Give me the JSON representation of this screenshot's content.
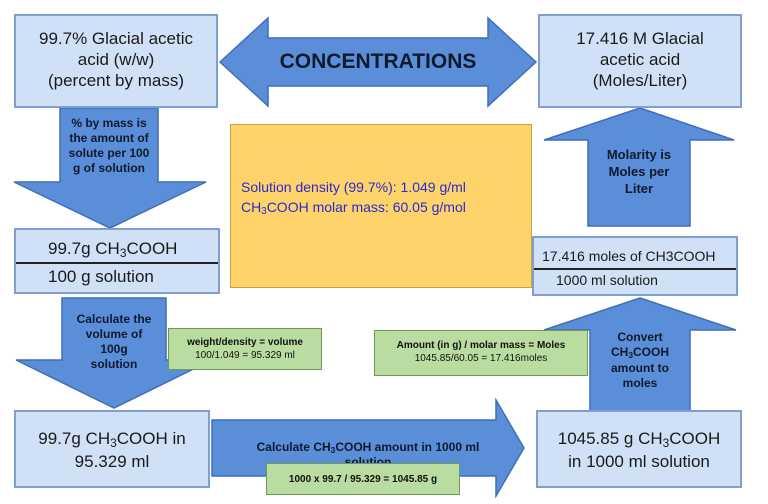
{
  "title": "CONCENTRATIONS",
  "top_left_box": {
    "line1": "99.7% Glacial acetic",
    "line2": "acid (w/w)",
    "line3": "(percent by mass)"
  },
  "top_right_box": {
    "line1": "17.416 M Glacial",
    "line2": "acetic acid",
    "line3": "(Moles/Liter)"
  },
  "center_box": {
    "line1": "Solution density (99.7%): 1.049 g/ml",
    "line2_pre": "CH",
    "line2_sub1": "3",
    "line2_mid": "COOH molar mass: 60.05 g/mol"
  },
  "arrow_percent": {
    "line1": "% by mass is",
    "line2": "the amount of",
    "line3": "solute per 100",
    "line4": "g of solution"
  },
  "arrow_molarity": {
    "line1": "Molarity is",
    "line2": "Moles per",
    "line3": "Liter"
  },
  "fraction_left": {
    "numerator_pre": "99.7g CH",
    "numerator_sub": "3",
    "numerator_post": "COOH",
    "denominator": "100 g solution"
  },
  "fraction_right": {
    "numerator": "17.416 moles of CH3COOH",
    "denominator": "1000 ml solution"
  },
  "arrow_volume": {
    "line1": "Calculate the",
    "line2": "volume of",
    "line3": "100g",
    "line4": "solution"
  },
  "note_volume": {
    "line1": "weight/density = volume",
    "line2": "100/1.049 = 95.329 ml"
  },
  "arrow_convert": {
    "line1": "Convert",
    "line2_pre": "CH",
    "line2_sub": "3",
    "line2_post": "COOH",
    "line3": "amount to",
    "line4": "moles"
  },
  "note_moles": {
    "line1": "Amount (in g) / molar mass = Moles",
    "line2": "1045.85/60.05 = 17.416moles"
  },
  "bottom_left_box": {
    "line1_pre": "99.7g CH",
    "line1_sub": "3",
    "line1_post": "COOH in",
    "line2": "95.329 ml"
  },
  "arrow_amount": {
    "text_pre": "Calculate CH",
    "text_sub": "3",
    "text_post": "COOH amount in 1000 ml",
    "text_line2": "solution"
  },
  "note_amount": {
    "line1": "1000 x 99.7 / 95.329 = 1045.85 g"
  },
  "bottom_right_box": {
    "line1_pre": "1045.85 g CH",
    "line1_sub": "3",
    "line1_post": "COOH",
    "line2": "in 1000 ml solution"
  },
  "colors": {
    "box_fill": "#cfe0f7",
    "arrow_fill": "#5b8ed8",
    "center_fill": "#fdd36a",
    "note_fill": "#b9dca0",
    "center_text": "#2a2ad0"
  }
}
